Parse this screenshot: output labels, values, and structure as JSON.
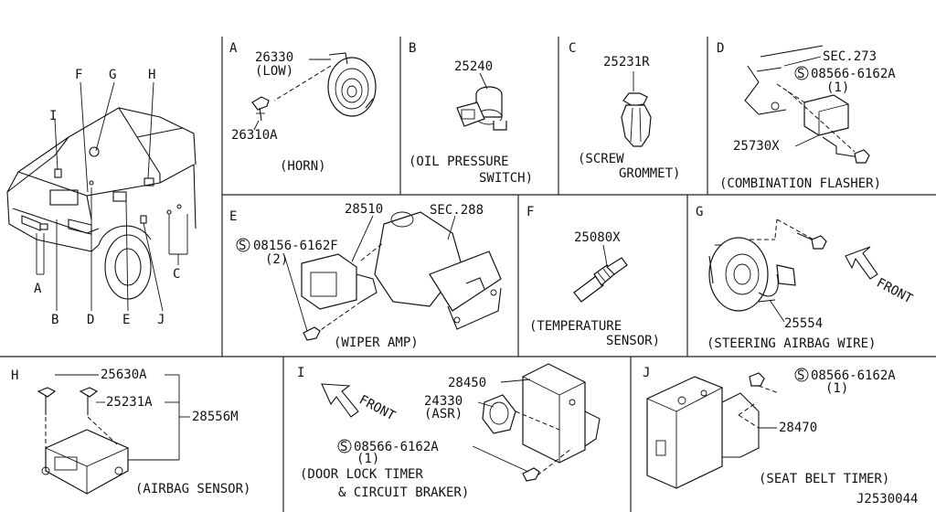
{
  "diagram_code": "J2530044",
  "overview": {
    "labels": [
      "F",
      "G",
      "H",
      "I",
      "A",
      "B",
      "D",
      "E",
      "J",
      "C"
    ]
  },
  "panels": {
    "A": {
      "letter": "A",
      "parts": [
        "26330",
        "(LOW)",
        "26310A"
      ],
      "caption": [
        "(HORN)"
      ]
    },
    "B": {
      "letter": "B",
      "parts": [
        "25240"
      ],
      "caption": [
        "(OIL PRESSURE",
        "SWITCH)"
      ]
    },
    "C": {
      "letter": "C",
      "parts": [
        "25231R"
      ],
      "caption": [
        "(SCREW",
        "GROMMET)"
      ]
    },
    "D": {
      "letter": "D",
      "parts": [
        "SEC.273",
        "08566-6162A",
        "(1)",
        "25730X"
      ],
      "caption": [
        "(COMBINATION FLASHER)"
      ]
    },
    "E": {
      "letter": "E",
      "parts": [
        "28510",
        "SEC.288",
        "08156-6162F",
        "(2)"
      ],
      "caption": [
        "(WIPER AMP)"
      ]
    },
    "F": {
      "letter": "F",
      "parts": [
        "25080X"
      ],
      "caption": [
        "(TEMPERATURE",
        "SENSOR)"
      ]
    },
    "G": {
      "letter": "G",
      "parts": [
        "FRONT",
        "25554"
      ],
      "caption": [
        "(STEERING AIRBAG WIRE)"
      ]
    },
    "H": {
      "letter": "H",
      "parts": [
        "25630A",
        "25231A",
        "28556M"
      ],
      "caption": [
        "(AIRBAG SENSOR)"
      ]
    },
    "I": {
      "letter": "I",
      "parts": [
        "FRONT",
        "28450",
        "24330",
        "(ASR)",
        "08566-6162A",
        "(1)"
      ],
      "caption": [
        "(DOOR LOCK TIMER",
        "& CIRCUIT BRAKER)"
      ]
    },
    "J": {
      "letter": "J",
      "parts": [
        "08566-6162A",
        "(1)",
        "28470"
      ],
      "caption": [
        "(SEAT BELT TIMER)"
      ]
    }
  },
  "screw_symbol": "S"
}
